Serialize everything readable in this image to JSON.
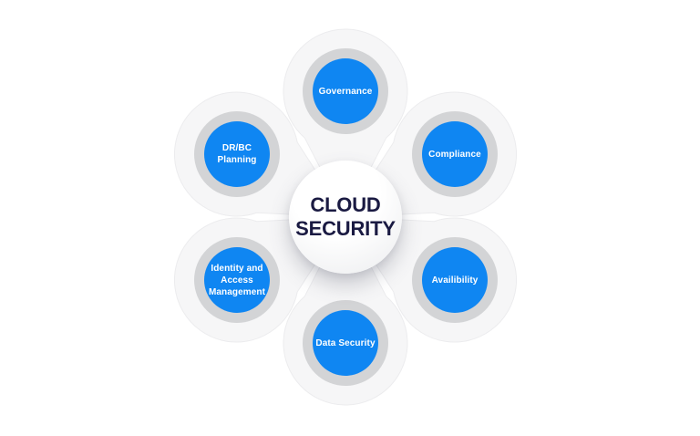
{
  "diagram": {
    "title": "CLOUD\nSECURITY",
    "nodes": [
      {
        "id": "governance",
        "label": "Governance"
      },
      {
        "id": "compliance",
        "label": "Compliance"
      },
      {
        "id": "availibility",
        "label": "Availibility"
      },
      {
        "id": "data-security",
        "label": "Data Security"
      },
      {
        "id": "identity-access-management",
        "label": "Identity and\nAccess\nManagement"
      },
      {
        "id": "dr-bc-planning",
        "label": "DR/BC\nPlanning"
      }
    ],
    "colors": {
      "background": "#ffffff",
      "node_fill": "#0f86f2",
      "node_text": "#ffffff",
      "ring": "#d3d4d6",
      "petal": "#f6f6f7",
      "petal_edge": "#ececee",
      "title_text": "#1a1a42"
    }
  }
}
